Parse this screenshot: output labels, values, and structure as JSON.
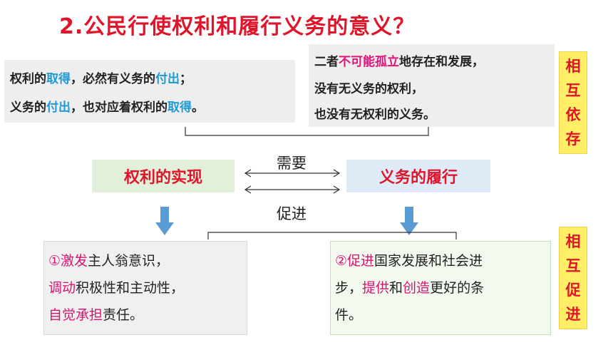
{
  "title": "2.公民行使权利和履行义务的意义？",
  "top_left": {
    "line1": [
      {
        "text": "权利的",
        "style": "normal"
      },
      {
        "text": "取得",
        "style": "blue"
      },
      {
        "text": "，必然有义务的",
        "style": "normal"
      },
      {
        "text": "付出",
        "style": "blue"
      },
      {
        "text": "；",
        "style": "normal"
      }
    ],
    "line2": [
      {
        "text": "义务的",
        "style": "normal"
      },
      {
        "text": "付出",
        "style": "blue"
      },
      {
        "text": "，也对应着权利的",
        "style": "normal"
      },
      {
        "text": "取得",
        "style": "blue"
      },
      {
        "text": "。",
        "style": "normal"
      }
    ]
  },
  "top_right": {
    "line1": [
      {
        "text": "二者",
        "style": "normal"
      },
      {
        "text": "不可能孤立",
        "style": "mag"
      },
      {
        "text": "地存在和发展，",
        "style": "normal"
      }
    ],
    "line2": "没有无义务的权利，",
    "line3": "也没有无权利的义务。"
  },
  "side_top": [
    "相",
    "互",
    "依",
    "存"
  ],
  "side_bottom": [
    "相",
    "互",
    "促",
    "进"
  ],
  "center": {
    "left": "权利的实现",
    "right": "义务的履行",
    "need": "需要",
    "promote": "促进"
  },
  "bottom_left": {
    "line1": [
      {
        "text": "①激发",
        "style": "pink"
      },
      {
        "text": "主人翁意识，",
        "style": "normal"
      }
    ],
    "line2": [
      {
        "text": "调动",
        "style": "pink"
      },
      {
        "text": "积极性和主动性，",
        "style": "normal"
      }
    ],
    "line3": [
      {
        "text": "自觉承担",
        "style": "pink"
      },
      {
        "text": "责任。",
        "style": "normal"
      }
    ]
  },
  "bottom_right": {
    "line1": [
      {
        "text": "②促进",
        "style": "pink"
      },
      {
        "text": "国家发展和社会进",
        "style": "normal"
      }
    ],
    "line2": [
      {
        "text": "步，",
        "style": "normal"
      },
      {
        "text": "提供",
        "style": "pink"
      },
      {
        "text": "和",
        "style": "normal"
      },
      {
        "text": "创造",
        "style": "pink"
      },
      {
        "text": "更好的条",
        "style": "normal"
      }
    ],
    "line3": [
      {
        "text": "件。",
        "style": "normal"
      }
    ]
  }
}
